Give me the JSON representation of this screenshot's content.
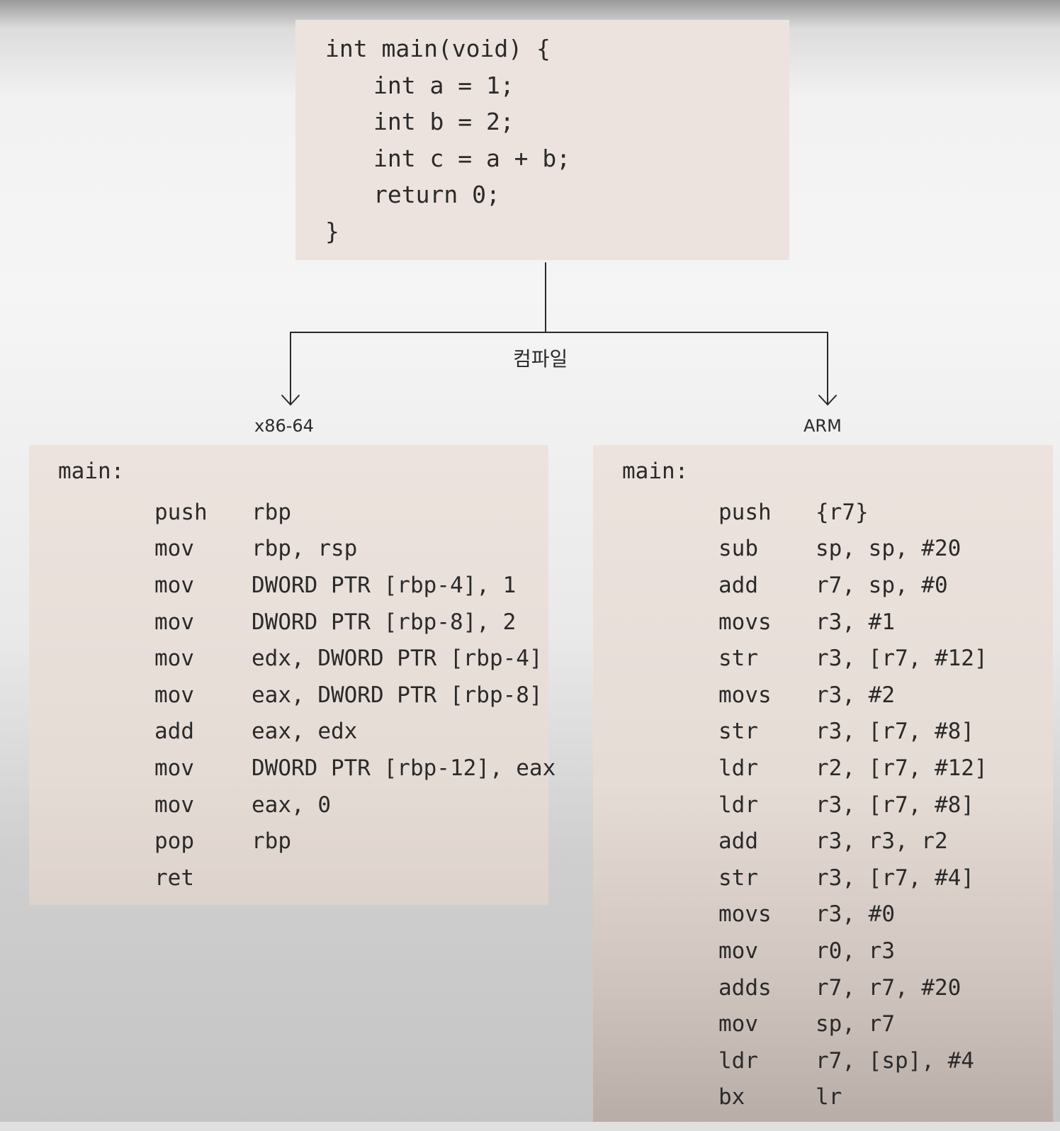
{
  "source": {
    "lines": [
      {
        "text": "int main(void) {",
        "indent": 0
      },
      {
        "text": "int a = 1;",
        "indent": 1
      },
      {
        "text": "int b = 2;",
        "indent": 1
      },
      {
        "text": "int c = a + b;",
        "indent": 1
      },
      {
        "text": "return 0;",
        "indent": 1
      },
      {
        "text": "}",
        "indent": 0
      }
    ]
  },
  "compile_label": "컴파일",
  "x86": {
    "tag": "x86-64",
    "label": "main:",
    "rows": [
      {
        "op": "push",
        "args": "rbp"
      },
      {
        "op": "mov",
        "args": "rbp, rsp"
      },
      {
        "op": "mov",
        "args": "DWORD PTR [rbp-4], 1"
      },
      {
        "op": "mov",
        "args": "DWORD PTR [rbp-8], 2"
      },
      {
        "op": "mov",
        "args": "edx, DWORD PTR [rbp-4]"
      },
      {
        "op": "mov",
        "args": "eax, DWORD PTR [rbp-8]"
      },
      {
        "op": "add",
        "args": "eax, edx"
      },
      {
        "op": "mov",
        "args": "DWORD PTR [rbp-12], eax"
      },
      {
        "op": "mov",
        "args": "eax, 0"
      },
      {
        "op": "pop",
        "args": "rbp"
      },
      {
        "op": "ret",
        "args": ""
      }
    ]
  },
  "arm": {
    "tag": "ARM",
    "label": "main:",
    "rows": [
      {
        "op": "push",
        "args": "{r7}"
      },
      {
        "op": "sub",
        "args": "sp, sp, #20"
      },
      {
        "op": "add",
        "args": "r7, sp, #0"
      },
      {
        "op": "movs",
        "args": "r3, #1"
      },
      {
        "op": "str",
        "args": "r3, [r7, #12]"
      },
      {
        "op": "movs",
        "args": "r3, #2"
      },
      {
        "op": "str",
        "args": "r3, [r7, #8]"
      },
      {
        "op": "ldr",
        "args": "r2, [r7, #12]"
      },
      {
        "op": "ldr",
        "args": "r3, [r7, #8]"
      },
      {
        "op": "add",
        "args": "r3, r3, r2"
      },
      {
        "op": "str",
        "args": "r3, [r7, #4]"
      },
      {
        "op": "movs",
        "args": "r3, #0"
      },
      {
        "op": "mov",
        "args": "r0, r3"
      },
      {
        "op": "adds",
        "args": "r7, r7, #20"
      },
      {
        "op": "mov",
        "args": "sp, r7"
      },
      {
        "op": "ldr",
        "args": "r7, [sp], #4"
      },
      {
        "op": "bx",
        "args": "lr"
      }
    ]
  }
}
